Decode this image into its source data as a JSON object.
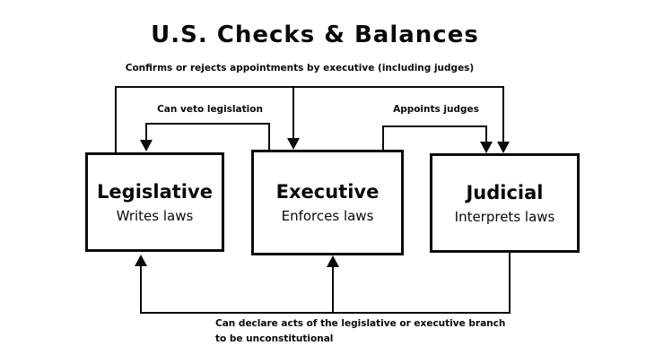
{
  "title": "U.S. Checks & Balances",
  "boxes": {
    "legislative": {
      "name": "Legislative",
      "role": "Writes laws"
    },
    "executive": {
      "name": "Executive",
      "role": "Enforces laws"
    },
    "judicial": {
      "name": "Judicial",
      "role": "Interprets laws"
    }
  },
  "arrows": {
    "confirms": {
      "label": "Confirms or rejects appointments by executive (including judges)",
      "from": "Legislative",
      "to": "Executive and Judicial"
    },
    "veto": {
      "label": "Can veto legislation",
      "from": "Executive",
      "to": "Legislative"
    },
    "appoints": {
      "label": "Appoints judges",
      "from": "Executive",
      "to": "Judicial"
    },
    "declare": {
      "label_line1": "Can declare acts of the legislative or executive branch",
      "label_line2": "to be unconstitutional",
      "from": "Judicial",
      "to": "Legislative and Executive"
    }
  },
  "colors": {
    "background": "#ffffff",
    "line": "#0a0a0a",
    "text": "#0a0a0a"
  }
}
